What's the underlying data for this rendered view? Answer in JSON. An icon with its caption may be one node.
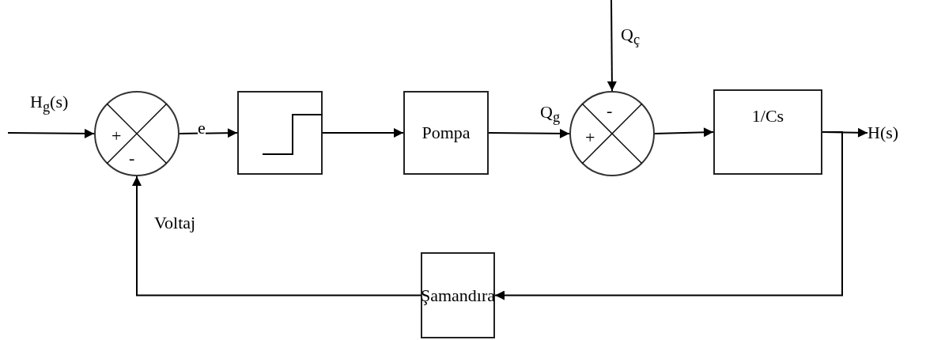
{
  "diagram": {
    "nodes": [
      {
        "text": [
          "+",
          "-"
        ]
      },
      {
        "text": [],
        "shape": "box"
      },
      {
        "text": [
          "Pompa"
        ]
      },
      {
        "text": [
          "-",
          "+"
        ]
      },
      {
        "text": [
          "1/Cs"
        ]
      },
      {
        "text": [
          "Şamandıra"
        ]
      },
      {
        "text": [
          "H(s)"
        ]
      }
    ],
    "edges": [
      {
        "from": null,
        "to": 0,
        "arrow": "to",
        "label": "H$_{g}$(s)"
      },
      {
        "from": 0,
        "to": 1,
        "arrow": "to",
        "label": "e"
      },
      {
        "from": 1,
        "to": 2,
        "arrow": "to"
      },
      {
        "from": 2,
        "to": 3,
        "arrow": "to",
        "label": "Q$_{g}$"
      },
      {
        "from": null,
        "to": 3,
        "arrow": "to",
        "label": "Q$_{ç}$"
      },
      {
        "from": 3,
        "to": 4,
        "arrow": "to"
      },
      {
        "from": 4,
        "to": 6,
        "arrow": "to"
      },
      {
        "from": 4,
        "to": 5,
        "arrow": "to"
      },
      {
        "from": 5,
        "to": 0,
        "arrow": "to",
        "label": "Voltaj"
      }
    ]
  }
}
